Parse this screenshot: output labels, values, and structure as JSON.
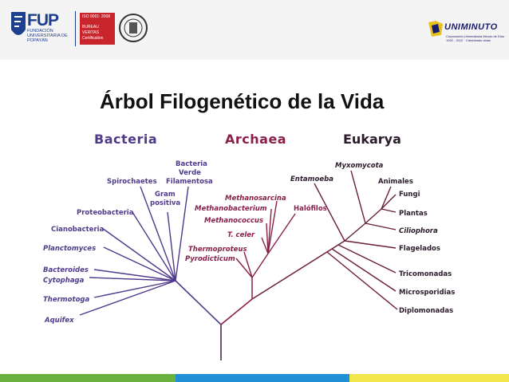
{
  "header": {
    "fup_logo_text": "FUP",
    "fup_subtitle": "FUNDACIÓN UNIVERSITARIA DE POPAYÁN",
    "iso_text": "ISO 9001: 2008",
    "bureau_text": "BUREAU VERITAS Certification",
    "uniminuto_logo_text": "UNIMINUTO",
    "uniminuto_subtitle": "Corporación Universitaria Minuto de Dios · 1992 - 2012 · Cambiando vidas"
  },
  "title": "Árbol Filogenético de la Vida",
  "domains": {
    "bacteria": "Bacteria",
    "archaea": "Archaea",
    "eukarya": "Eukarya"
  },
  "bacteria_labels": {
    "aquifex": "Aquifex",
    "thermotoga": "Thermotoga",
    "bacteroides": "Bacteroides",
    "cytophaga": "Cytophaga",
    "planctomyces": "Planctomyces",
    "cianobacteria": "Cianobacteria",
    "proteobacteria": "Proteobacteria",
    "spirochaetes": "Spirochaetes",
    "gram_line1": "Gram",
    "gram_line2": "positiva",
    "verde_line1": "Bacteria",
    "verde_line2": "Verde",
    "verde_line3": "Filamentosa"
  },
  "archaea_labels": {
    "methanosarcina": "Methanosarcina",
    "methanobacterium": "Methanobacterium",
    "methanococcus": "Methanococcus",
    "tceler": "T. celer",
    "thermoproteus": "Thermoproteus",
    "pyrodicticum": "Pyrodicticum",
    "halofilos": "Halófilos"
  },
  "eukarya_labels": {
    "entamoeba": "Entamoeba",
    "myxomycota": "Myxomycota",
    "animales": "Animales",
    "fungi": "Fungi",
    "plantas": "Plantas",
    "ciliophora": "Ciliophora",
    "flagelados": "Flagelados",
    "tricomonadas": "Tricomonadas",
    "microsporidias": "Microsporidias",
    "diplomonadas": "Diplomonadas"
  },
  "colors": {
    "bacteria": "#4f3a8c",
    "archaea": "#8a1f4a",
    "eukarya": "#2b1b2b",
    "footer": [
      "#6ab23e",
      "#1f8fd6",
      "#f2e54b"
    ]
  }
}
